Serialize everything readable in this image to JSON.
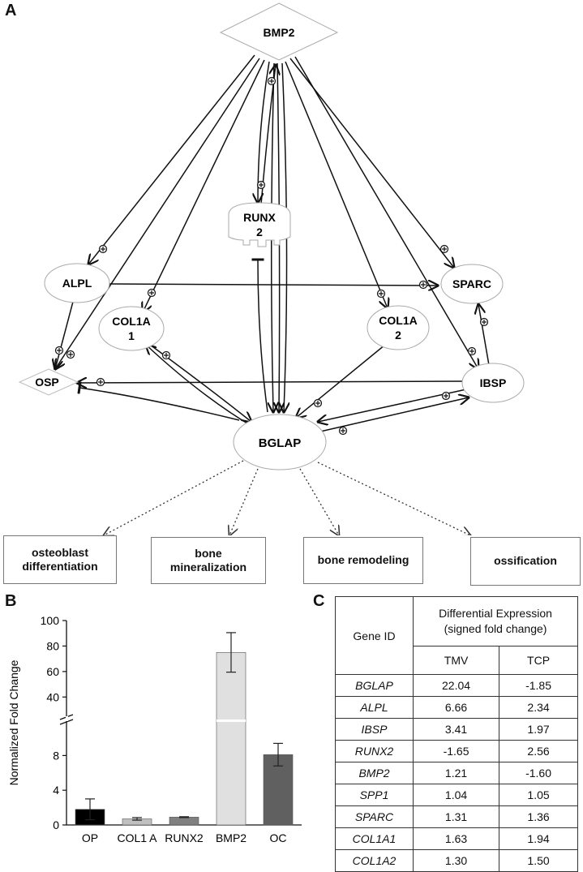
{
  "panel_labels": {
    "a": "A",
    "b": "B",
    "c": "C"
  },
  "network": {
    "nodes": {
      "bmp2": "BMP2",
      "runx2": "RUNX\n2",
      "alpl": "ALPL",
      "sparc": "SPARC",
      "col1a1": "COL1A\n1",
      "col1a2": "COL1A\n2",
      "osp": "OSP",
      "ibsp": "IBSP",
      "bglap": "BGLAP"
    },
    "processes": [
      {
        "label": "osteoblast\ndifferentiation"
      },
      {
        "label": "bone\nmineralization"
      },
      {
        "label": "bone remodeling"
      },
      {
        "label": "ossification"
      }
    ]
  },
  "chart_data": {
    "type": "bar",
    "categories": [
      "OP",
      "COL1 A",
      "RUNX2",
      "BMP2",
      "OC"
    ],
    "values": [
      1.8,
      0.7,
      0.9,
      75,
      8.1
    ],
    "error": [
      1.2,
      0.15,
      0.05,
      15.5,
      1.3
    ],
    "bar_colors": [
      "#000000",
      "#c0c0c0",
      "#808080",
      "#e0e0e0",
      "#606060"
    ],
    "ylabel": "Normalized Fold Change",
    "lower_ticks": [
      0,
      4,
      8
    ],
    "upper_ticks": [
      40,
      60,
      80,
      100
    ],
    "axis_break": true,
    "lower_range": [
      0,
      10
    ],
    "upper_range": [
      30,
      100
    ]
  },
  "table": {
    "header_gene": "Gene ID",
    "header_diff": "Differential Expression\n(signed fold change)",
    "col_tmv": "TMV",
    "col_tcp": "TCP",
    "rows": [
      {
        "gene": "BGLAP",
        "tmv": "22.04",
        "tcp": "-1.85"
      },
      {
        "gene": "ALPL",
        "tmv": "6.66",
        "tcp": "2.34"
      },
      {
        "gene": "IBSP",
        "tmv": "3.41",
        "tcp": "1.97"
      },
      {
        "gene": "RUNX2",
        "tmv": "-1.65",
        "tcp": "2.56"
      },
      {
        "gene": "BMP2",
        "tmv": "1.21",
        "tcp": "-1.60"
      },
      {
        "gene": "SPP1",
        "tmv": "1.04",
        "tcp": "1.05"
      },
      {
        "gene": "SPARC",
        "tmv": "1.31",
        "tcp": "1.36"
      },
      {
        "gene": "COL1A1",
        "tmv": "1.63",
        "tcp": "1.94"
      },
      {
        "gene": "COL1A2",
        "tmv": "1.30",
        "tcp": "1.50"
      }
    ]
  }
}
